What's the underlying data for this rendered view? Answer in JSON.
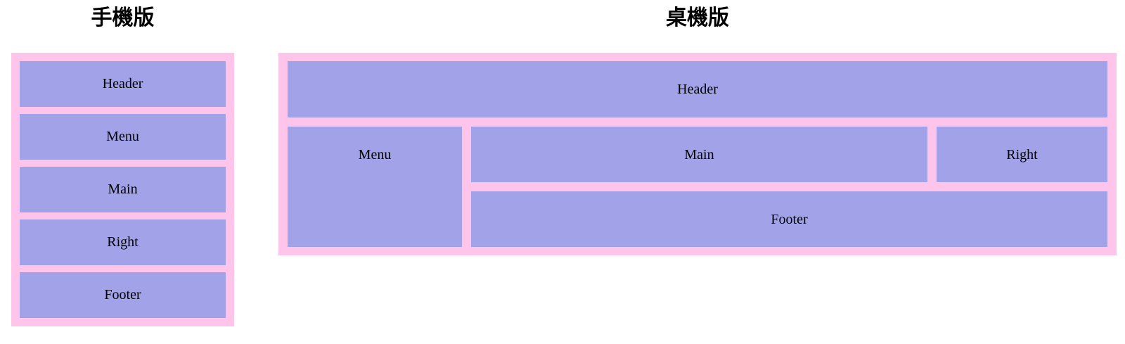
{
  "colors": {
    "container_bg": "#ffc4ea",
    "box_bg": "#a2a2e8",
    "label_text": "#000000"
  },
  "mobile": {
    "title": "手機版",
    "boxes": [
      "Header",
      "Menu",
      "Main",
      "Right",
      "Footer"
    ]
  },
  "desktop": {
    "title": "桌機版",
    "header": "Header",
    "menu": "Menu",
    "main": "Main",
    "right": "Right",
    "footer": "Footer"
  }
}
